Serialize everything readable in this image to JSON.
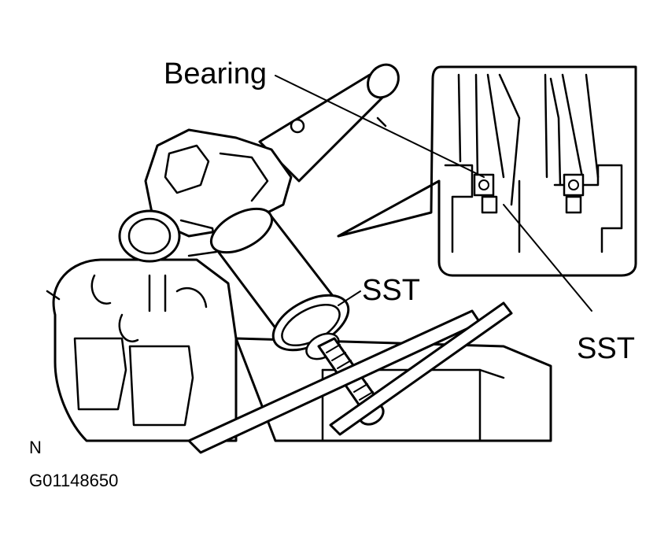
{
  "labels": {
    "bearing": "Bearing",
    "sst_top": "SST",
    "sst_right": "SST",
    "corner_letter": "N",
    "figure_code": "G01148650"
  },
  "colors": {
    "ink": "#000000",
    "paper": "#ffffff"
  }
}
